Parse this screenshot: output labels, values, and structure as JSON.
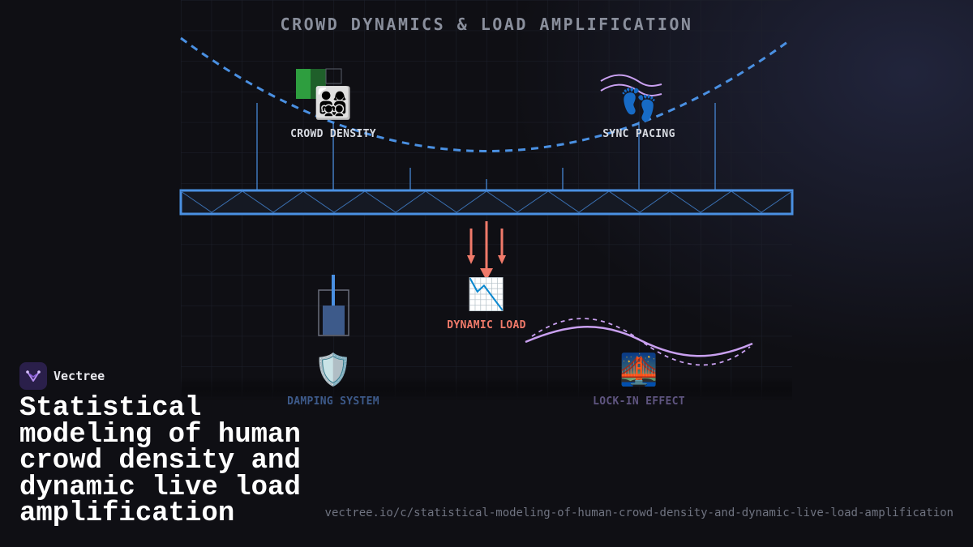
{
  "diagram": {
    "title": "CROWD DYNAMICS & LOAD AMPLIFICATION",
    "nodes": {
      "crowd_density": {
        "label": "CROWD DENSITY",
        "icon": "family-icon",
        "emoji": "👨‍👩‍👧‍👦",
        "color": "#d8dbe2"
      },
      "sync_pacing": {
        "label": "SYNC PACING",
        "icon": "footprints-icon",
        "emoji": "👣",
        "color": "#d8dbe2"
      },
      "dynamic_load": {
        "label": "DYNAMIC LOAD",
        "icon": "chart-decreasing-icon",
        "emoji": "📉",
        "color": "#f07a6a"
      },
      "damping_system": {
        "label": "DAMPING SYSTEM",
        "icon": "shield-icon",
        "emoji": "🛡️",
        "color": "#3d5a8a"
      },
      "lock_in_effect": {
        "label": "LOCK-IN EFFECT",
        "icon": "bridge-at-night-icon",
        "emoji": "🌉",
        "color": "#5f5580"
      }
    },
    "colors": {
      "deck": "#4a90e2",
      "cable": "#4a90e2",
      "load_arrows": "#f07a6a",
      "wave": "#c9a0f0",
      "grid": "#1c1f2a"
    }
  },
  "brand": {
    "name": "Vectree",
    "icon": "vectree-logo-icon"
  },
  "headline": "Statistical modeling of human crowd density and dynamic live load amplification",
  "url": "vectree.io/c/statistical-modeling-of-human-crowd-density-and-dynamic-live-load-amplification"
}
